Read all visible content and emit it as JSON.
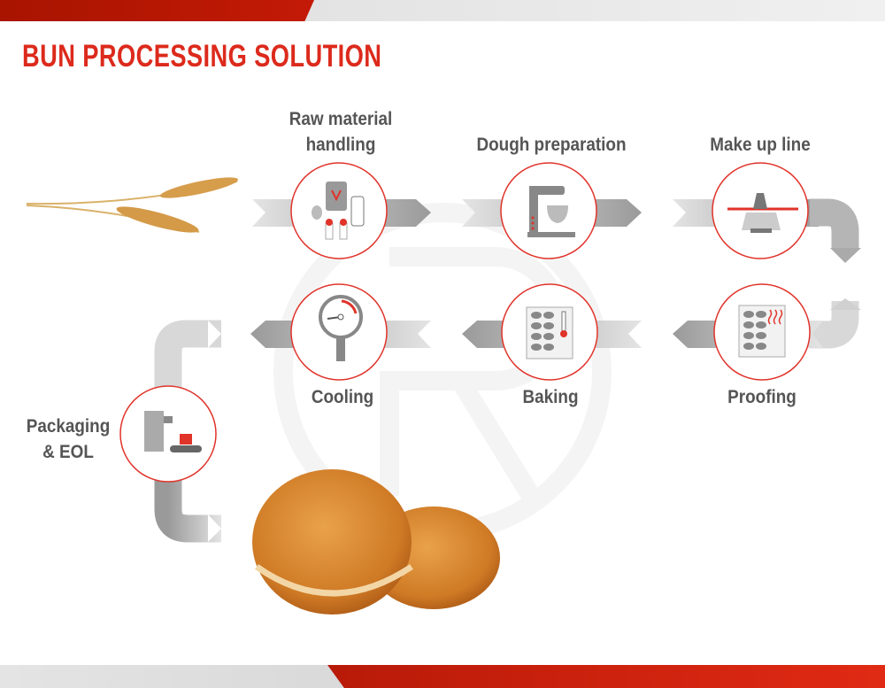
{
  "header": {
    "title": "BUN PROCESSING SOLUTION"
  },
  "colors": {
    "accent": "#dc2a1c",
    "arrow": "#b0b0b0",
    "text": "#555555"
  },
  "steps": [
    {
      "label_line1": "Raw material",
      "label_line2": "handling",
      "icon": "raw-materials-icon"
    },
    {
      "label_line1": "Dough preparation",
      "icon": "mixer-icon"
    },
    {
      "label_line1": "Make up line",
      "icon": "divider-rounder-icon"
    },
    {
      "label_line1": "Proofing",
      "icon": "proofer-icon"
    },
    {
      "label_line1": "Baking",
      "icon": "oven-icon"
    },
    {
      "label_line1": "Cooling",
      "icon": "gauge-icon"
    },
    {
      "label_line1": "Packaging",
      "label_line2": "& EOL",
      "icon": "packaging-machine-icon"
    }
  ]
}
